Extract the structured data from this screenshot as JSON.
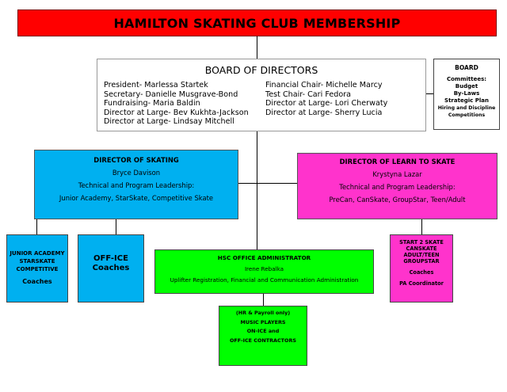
{
  "title": "HAMILTON SKATING CLUB MEMBERSHIP",
  "board": {
    "heading": "BOARD OF DIRECTORS",
    "left": [
      "President- Marlessa Startek",
      "Secretary- Danielle Musgrave-Bond",
      "Fundraising- Maria Baldin",
      "Director at Large- Bev Kukhta-Jackson",
      "Director at Large- Lindsay Mitchell"
    ],
    "right": [
      "Financial Chair- Michelle Marcy",
      "Test Chair- Cari Fedora",
      "Director at Large- Lori Cherwaty",
      "Director at Large- Sherry Lucia"
    ]
  },
  "board_side": {
    "title": "BOARD",
    "lines": [
      "Committees:",
      "Budget",
      "By-Laws",
      "Strategic Plan",
      "Hiring and Discipline",
      "Competitions"
    ]
  },
  "director_skating": {
    "title": "DIRECTOR OF SKATING",
    "name": "Bryce Davison",
    "role": "Technical and Program Leadership:",
    "programs": "Junior Academy, StarSkate, Competitive Skate"
  },
  "director_lts": {
    "title": "DIRECTOR OF LEARN TO SKATE",
    "name": "Krystyna Lazar",
    "role": "Technical and Program Leadership:",
    "programs": "PreCan, CanSkate, GroupStar, Teen/Adult"
  },
  "jr_academy": {
    "line1": "JUNIOR ACADEMY",
    "line2": "STARSKATE",
    "line3": "COMPETITIVE",
    "coaches": "Coaches"
  },
  "office": {
    "line1": "OFF-ICE",
    "line2": "Coaches"
  },
  "office_admin": {
    "title": "HSC OFFICE ADMINISTRATOR",
    "name": "Irene Rebalka",
    "duties": "Uplifter Registration, Financial and Communication Administration"
  },
  "start_skate": {
    "lines": [
      "START 2 SKATE",
      "CANSKATE",
      "ADULT/TEEN",
      "GROUPSTAR"
    ],
    "coaches": "Coaches",
    "pa": "PA Coordinator"
  },
  "music": {
    "note": "(HR & Payroll only)",
    "line1": "MUSIC PLAYERS",
    "line2": "ON-ICE and",
    "line3": "OFF-ICE CONTRACTORS"
  },
  "colors": {
    "title": "#ff0000",
    "skating": "#00b0f0",
    "learn_to_skate": "#ff33cc",
    "admin": "#00ff00"
  }
}
